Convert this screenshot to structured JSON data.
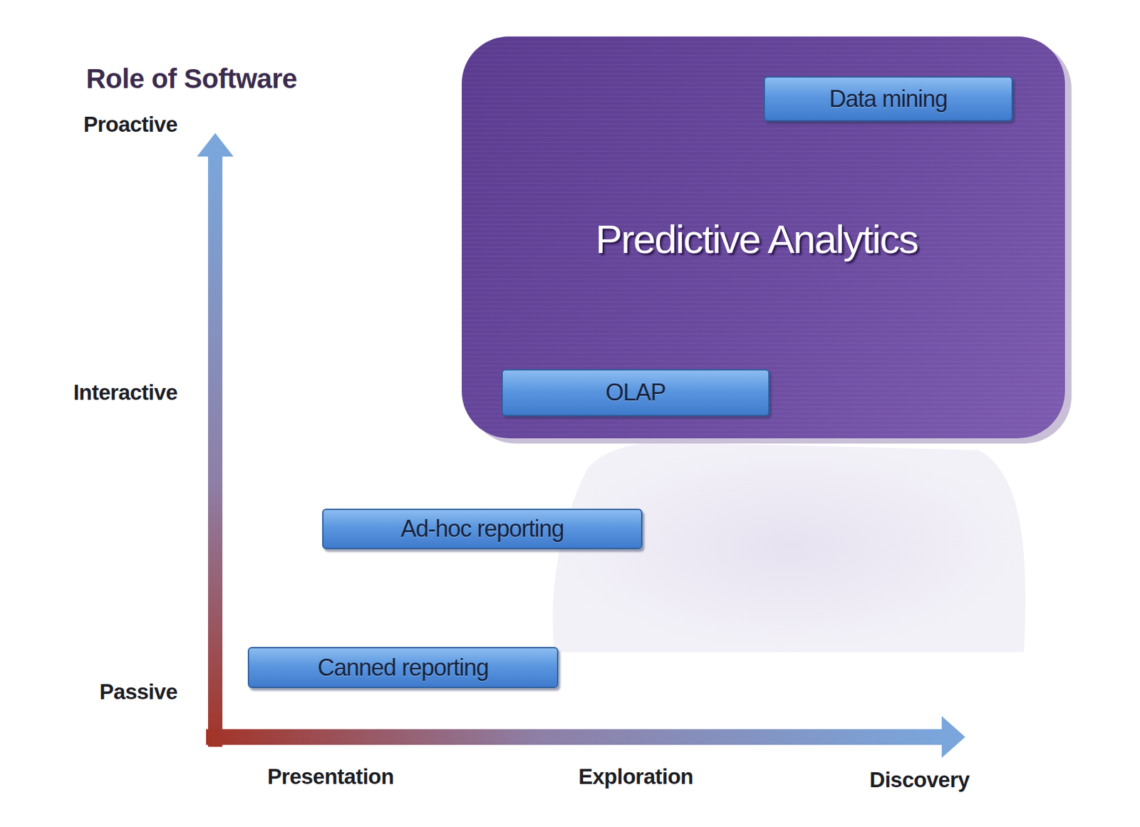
{
  "diagram": {
    "title": "Role of Software",
    "nodes": [
      {
        "text": [
          "Predictive Analytics"
        ]
      },
      {
        "text": [
          "Data mining"
        ],
        "in": 0
      },
      {
        "text": [
          "OLAP"
        ],
        "in": 0
      },
      {
        "text": [
          "Ad-hoc reporting"
        ]
      },
      {
        "text": [
          "Canned reporting"
        ]
      }
    ],
    "labels": [
      "Proactive",
      "Interactive",
      "Passive",
      "Presentation",
      "Exploration",
      "Discovery"
    ]
  }
}
